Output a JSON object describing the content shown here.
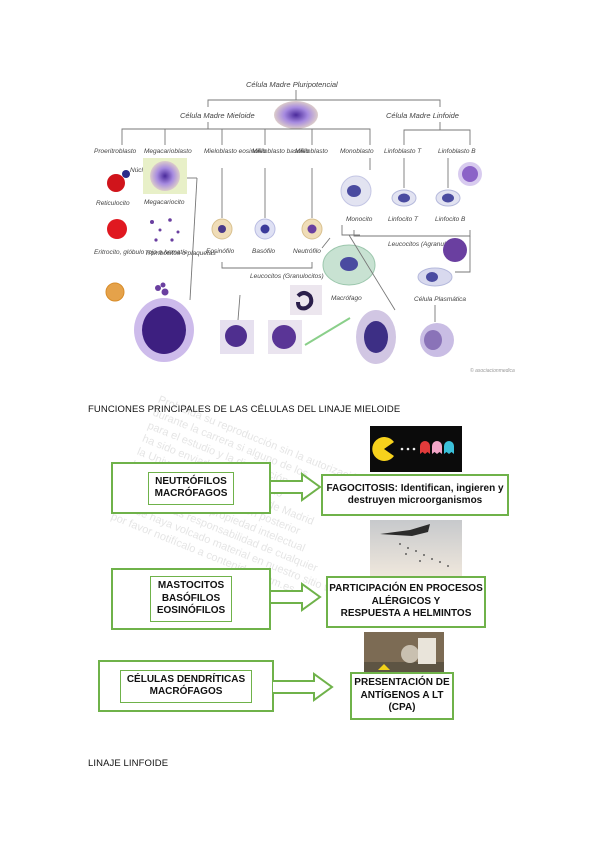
{
  "diagram": {
    "root": "Célula Madre Pluripotencial",
    "myeloid": "Célula Madre Mieloide",
    "lymphoid": "Célula Madre Linfoide",
    "progenitors": [
      "Proeritroblasto",
      "Megacarioblasto",
      "Mieloblasto eosinófilo",
      "Mieloblasto basófilo",
      "Mieloblasto",
      "Monoblasto",
      "Linfoblasto T",
      "Linfoblasto B"
    ],
    "nucleo": "Núcleo",
    "reticulocito": "Reticulocito",
    "megacariocito": "Megacariocito",
    "eritrocito": "Eritrocito, glóbulo rojo o hematíe",
    "trombocitos": "Trombocitos o plaquetas",
    "eosinofilo": "Eosinófilo",
    "basofilo": "Basófilo",
    "neutrofilo": "Neutrófilo",
    "monocito": "Monocito",
    "linfocito_t": "Linfocito T",
    "linfocito_b": "Linfocito B",
    "leucocitos_agranulocitos": "Leucocitos (Agranulocitos)",
    "leucocitos_granulocitos": "Leucocitos (Granulocitos)",
    "macrofago": "Macrófago",
    "celula_plasmatica": "Célula Plasmática",
    "credit": "© asociacionmedica"
  },
  "heading_mieloide": "FUNCIONES PRINCIPALES DE LAS CÉLULAS DEL LINAJE MIELOIDE",
  "heading_linfoide": "LINAJE LINFOIDE",
  "functions": [
    {
      "cells": [
        "NEUTRÓFILOS",
        "MACRÓFAGOS"
      ],
      "function": [
        "FAGOCITOSIS: Identifican, ingieren y",
        "destruyen microorganismos"
      ]
    },
    {
      "cells": [
        "MASTOCITOS",
        "BASÓFILOS",
        "EOSINÓFILOS"
      ],
      "function": [
        "PARTICIPACIÓN EN PROCESOS",
        "ALÉRGICOS Y",
        "RESPUESTA A HELMINTOS"
      ]
    },
    {
      "cells": [
        "CÉLULAS DENDRÍTICAS",
        "MACRÓFAGOS"
      ],
      "function": [
        "PRESENTACIÓN DE",
        "ANTÍGENOS A LT",
        "(CPA)"
      ]
    }
  ],
  "watermark": [
    "Prohibida su reproducción sin la autorización expresa",
    "durante la carrera si alguno de los",
    "para el estudio y la divulgación",
    "ha sido enviada por un usuario",
    "la Universidad Complutense de Madrid",
    "la publicación o distribución posterior",
    "de datos y/o la de propiedad intelectual",
    "Si encuentras responsabilidad de cualquier",
    "que se haya volcado material en nuestro sitio web",
    "por favor notifícalo a contenido@ucm.es"
  ],
  "colors": {
    "green": "#6fb24a",
    "purple": "#6a3fa0",
    "red": "#d0141b"
  }
}
